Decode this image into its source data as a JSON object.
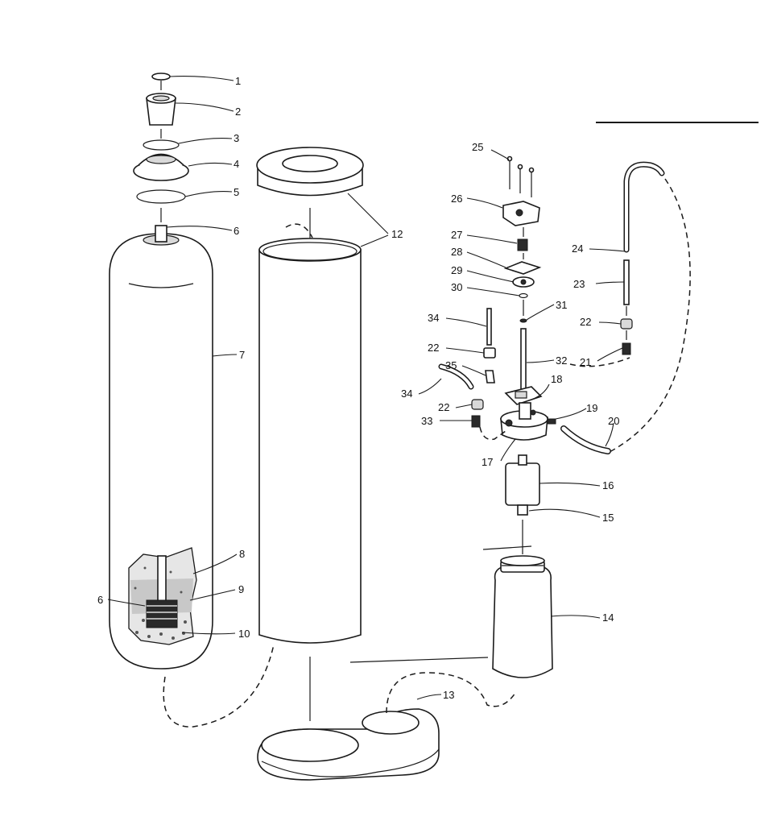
{
  "diagram": {
    "labels": {
      "p1": "1",
      "p2": "2",
      "p3": "3",
      "p4": "4",
      "p5": "5",
      "p6a": "6",
      "p6b": "6",
      "p7": "7",
      "p8": "8",
      "p9": "9",
      "p10": "10",
      "p12": "12",
      "p13": "13",
      "p14": "14",
      "p15": "15",
      "p16": "16",
      "p17": "17",
      "p18": "18",
      "p19": "19",
      "p20": "20",
      "p21": "21",
      "p22a": "22",
      "p22b": "22",
      "p22c": "22",
      "p23": "23",
      "p24": "24",
      "p25": "25",
      "p26": "26",
      "p27": "27",
      "p28": "28",
      "p29": "29",
      "p30": "30",
      "p31": "31",
      "p32": "32",
      "p33": "33",
      "p34a": "34",
      "p34b": "34",
      "p35": "35"
    }
  }
}
